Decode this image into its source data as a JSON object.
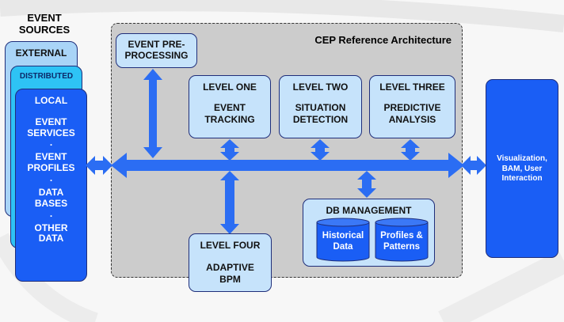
{
  "event_sources": {
    "title_line1": "EVENT",
    "title_line2": "SOURCES",
    "external": "EXTERNAL",
    "distributed": "DISTRIBUTED",
    "local": "LOCAL",
    "event_services_1": "EVENT",
    "event_services_2": "SERVICES",
    "dot1": ".",
    "event_profiles_1": "EVENT",
    "event_profiles_2": "PROFILES",
    "dot2": ".",
    "data_bases_1": "DATA",
    "data_bases_2": "BASES",
    "dot3": ".",
    "other_data_1": "OTHER",
    "other_data_2": "DATA"
  },
  "cep": {
    "title": "CEP Reference Architecture",
    "preprocessing_1": "EVENT PRE-",
    "preprocessing_2": "PROCESSING",
    "level_one_title": "LEVEL ONE",
    "level_one_1": "EVENT",
    "level_one_2": "TRACKING",
    "level_two_title": "LEVEL TWO",
    "level_two_1": "SITUATION",
    "level_two_2": "DETECTION",
    "level_three_title": "LEVEL THREE",
    "level_three_1": "PREDICTIVE",
    "level_three_2": "ANALYSIS",
    "level_four_title": "LEVEL FOUR",
    "level_four_1": "ADAPTIVE",
    "level_four_2": "BPM",
    "db_title": "DB MANAGEMENT",
    "historical_1": "Historical",
    "historical_2": "Data",
    "profiles_1": "Profiles &",
    "profiles_2": "Patterns"
  },
  "output": {
    "line1": "Visualization,",
    "line2": "BAM, User",
    "line3": "Interaction"
  },
  "colors": {
    "arrow": "#2b6df3",
    "dark_blue": "#1a5ef5",
    "light_box": "#c6e3fb",
    "external": "#a9d4f7",
    "distributed": "#2ec3f5"
  }
}
